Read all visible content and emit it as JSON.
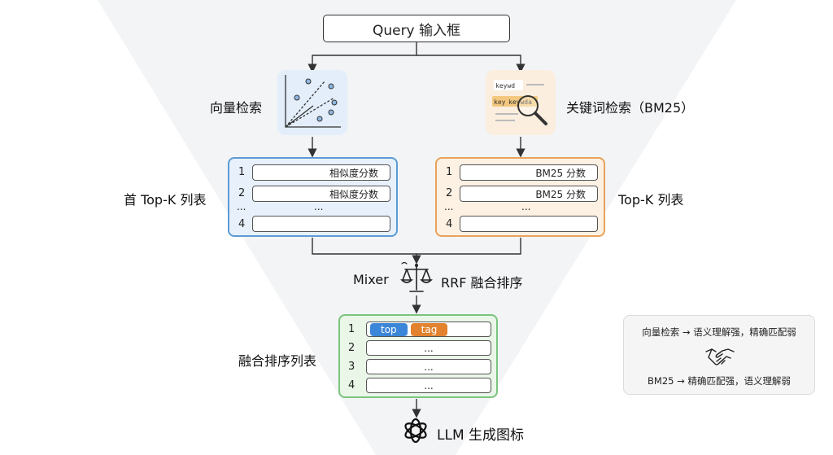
{
  "query": {
    "label": "Query 输入框"
  },
  "vector": {
    "label": "向量检索"
  },
  "keyword": {
    "label": "关键词检索（BM25）",
    "icon_words": [
      "keywd",
      "key",
      "keywda"
    ]
  },
  "left_list": {
    "label": "首 Top-K 列表",
    "rows": [
      {
        "num": "1",
        "text": "相似度分数"
      },
      {
        "num": "2",
        "text": "相似度分数"
      },
      {
        "num": "...",
        "text": "..."
      },
      {
        "num": "4",
        "text": ""
      }
    ]
  },
  "right_list": {
    "label": "Top-K 列表",
    "rows": [
      {
        "num": "1",
        "text": "BM25 分数"
      },
      {
        "num": "2",
        "text": "BM25 分数"
      },
      {
        "num": "...",
        "text": "..."
      },
      {
        "num": "4",
        "text": ""
      }
    ]
  },
  "mixer": {
    "left": "Mixer",
    "right": "RRF 融合排序",
    "icon": "scale-icon"
  },
  "fused_list": {
    "label": "融合排序列表",
    "rows": [
      {
        "num": "1",
        "tags": [
          "top",
          "tag"
        ]
      },
      {
        "num": "2",
        "text": "..."
      },
      {
        "num": "3",
        "text": "..."
      },
      {
        "num": "4",
        "text": "..."
      }
    ]
  },
  "output": {
    "label": "LLM 生成图标",
    "icon": "openai-logo-icon"
  },
  "note": {
    "line1": "向量检索 → 语义理解强，精确匹配弱",
    "line2": "BM25 → 精确匹配强，语义理解弱",
    "icon": "handshake-icon"
  },
  "colors": {
    "funnel": "#f3f4f6",
    "blue_border": "#5b9bd5",
    "blue_fill": "#e8f1fb",
    "orange_border": "#e8a25a",
    "orange_fill": "#fdf1e3",
    "green_border": "#7cc47e",
    "green_fill": "#e9f6e8",
    "tag_top": "#3b86d8",
    "tag_tag": "#e2822e"
  }
}
